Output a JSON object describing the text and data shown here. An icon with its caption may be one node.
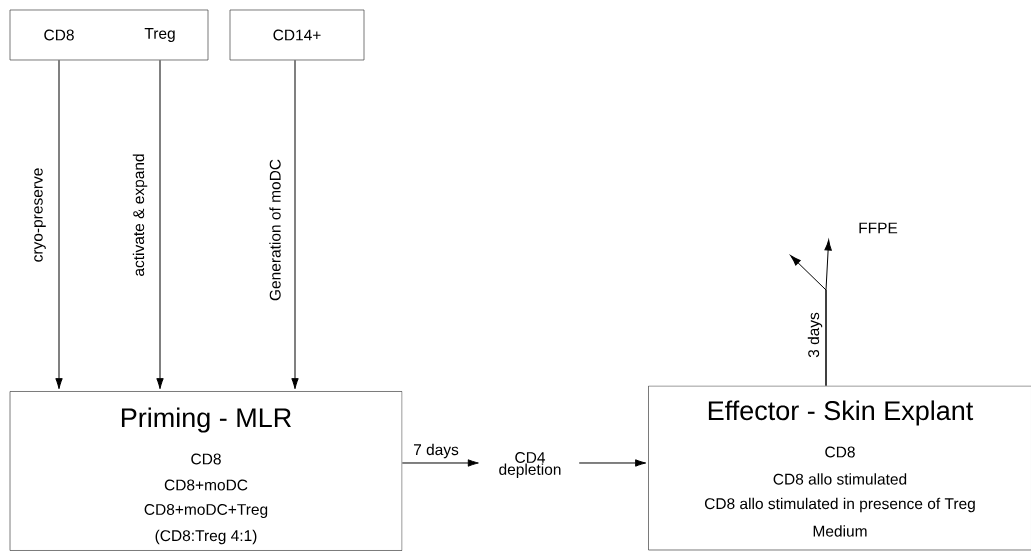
{
  "diagram": {
    "nodes": [
      {
        "text": [
          "CD8",
          "Treg"
        ]
      },
      {
        "text": [
          "CD14+"
        ]
      },
      {
        "text": [
          "Priming - MLR",
          "CD8",
          "CD8+moDC",
          "CD8+moDC+Treg",
          "(CD8:Treg 4:1)"
        ]
      },
      {
        "text": [
          "CD4 depletion"
        ]
      },
      {
        "text": [
          "Effector - Skin Explant",
          "CD8",
          "CD8 allo stimulated",
          "CD8 allo stimulated in presence of Treg",
          "Medium"
        ]
      },
      {
        "text": [
          "FFPE"
        ]
      }
    ],
    "edges": [
      {
        "from": 0,
        "to": 2,
        "arrow": "to",
        "label": "cryo-preserve"
      },
      {
        "from": 0,
        "to": 2,
        "arrow": "to",
        "label": "activate & expand"
      },
      {
        "from": 1,
        "to": 2,
        "arrow": "to",
        "label": "Generation of moDC"
      },
      {
        "from": 2,
        "to": 3,
        "arrow": "to",
        "label": "7 days"
      },
      {
        "from": 3,
        "to": 4,
        "arrow": "to"
      },
      {
        "from": 4,
        "to": 5,
        "arrow": "to",
        "label": "3 days"
      },
      {
        "from": 4,
        "to": null,
        "arrow": "to"
      }
    ]
  }
}
